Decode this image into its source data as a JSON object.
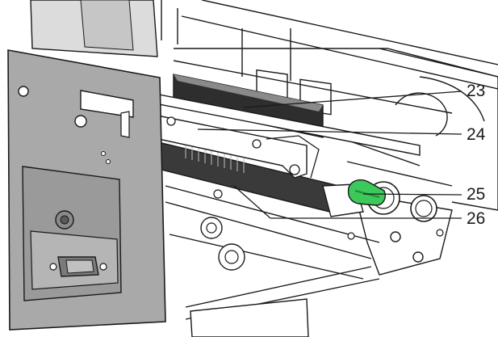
{
  "callouts": [
    {
      "id": "23",
      "label": "23"
    },
    {
      "id": "24",
      "label": "24"
    },
    {
      "id": "25",
      "label": "25"
    },
    {
      "id": "26",
      "label": "26"
    }
  ],
  "colors": {
    "line": "#1a1a1a",
    "housing_gray": "#a9a9a9",
    "panel_gray": "#9a9a9a",
    "light_gray": "#dcdcdc",
    "roller_dark": "#3a3a3a",
    "lever_green": "#3cc85a"
  }
}
